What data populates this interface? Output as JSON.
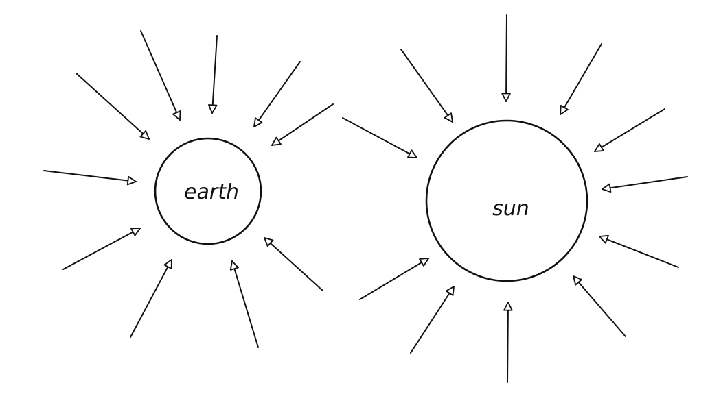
{
  "colors": {
    "ink": "#111111",
    "paper": "#ffffff"
  },
  "bodies": [
    {
      "id": "earth",
      "label": "earth"
    },
    {
      "id": "sun",
      "label": "sun"
    }
  ]
}
